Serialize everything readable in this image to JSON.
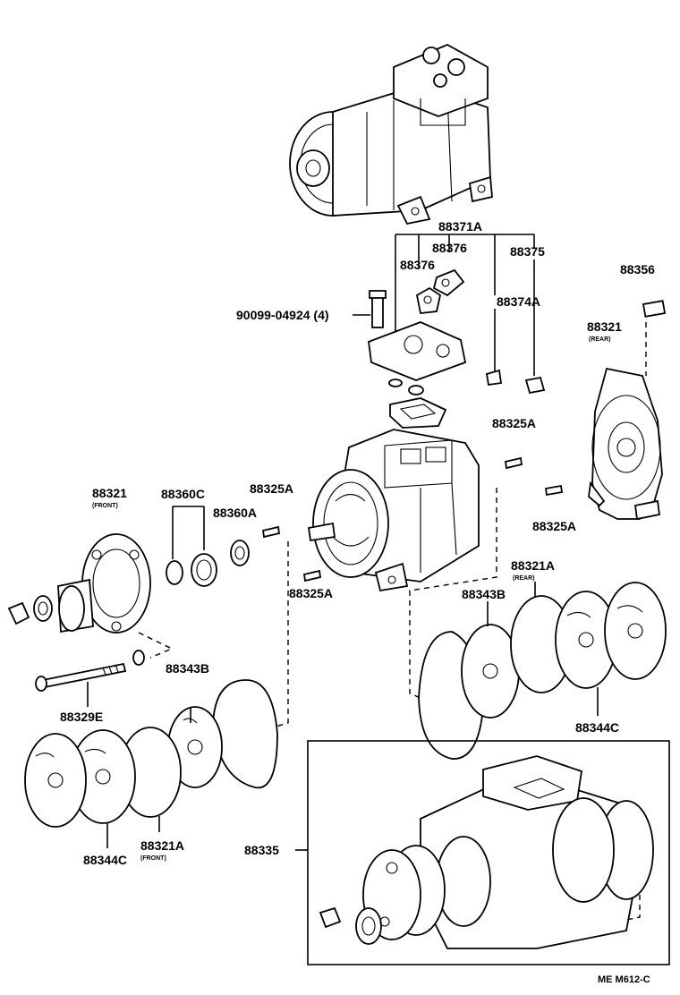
{
  "labels": {
    "p88371A": "88371A",
    "p88376a": "88376",
    "p88375": "88375",
    "p88376b": "88376",
    "p88374A": "88374A",
    "p90099": "90099-04924 (4)",
    "p88356": "88356",
    "p88321rear": "88321",
    "p88321rear_sub": "(REAR)",
    "p88325A_1": "88325A",
    "p88321front": "88321",
    "p88321front_sub": "(FRONT)",
    "p88360C": "88360C",
    "p88325A_2": "88325A",
    "p88360A": "88360A",
    "p88325A_3": "88325A",
    "p88325A_4": "88325A",
    "p88321A_rear": "88321A",
    "p88321A_rear_sub": "(REAR)",
    "p88343B_rear": "88343B",
    "p88344C_rear": "88344C",
    "p88329E": "88329E",
    "p88343B_front": "88343B",
    "p88344C_front": "88344C",
    "p88321A_front": "88321A",
    "p88321A_front_sub": "(FRONT)",
    "p88335": "88335",
    "code": "ME M612-C"
  }
}
